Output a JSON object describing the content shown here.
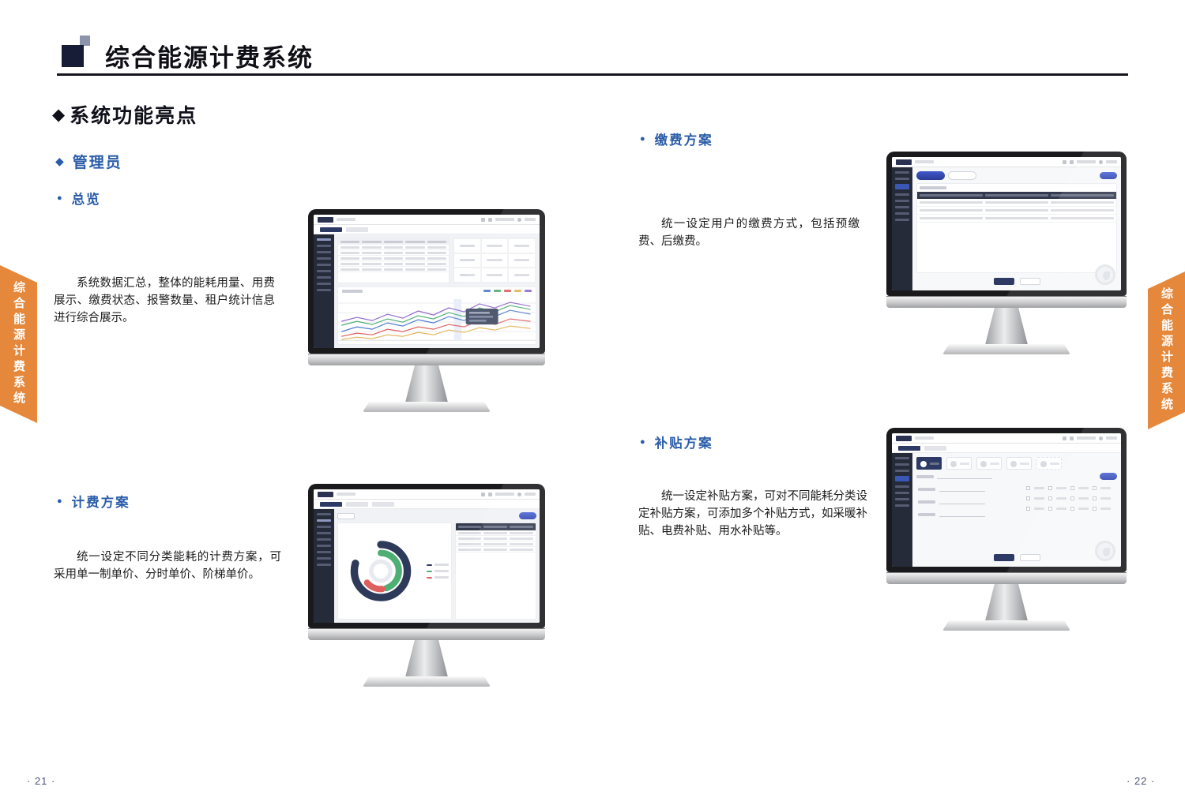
{
  "header": {
    "title": "综合能源计费系统"
  },
  "section": {
    "title": "系统功能亮点"
  },
  "roles": {
    "admin_label": "管理员"
  },
  "features": {
    "overview": {
      "label": "总览",
      "body": "系统数据汇总，整体的能耗用量、用费展示、缴费状态、报警数量、租户统计信息进行综合展示。"
    },
    "billing": {
      "label": "计费方案",
      "body": "统一设定不同分类能耗的计费方案，可采用单一制单价、分时单价、阶梯单价。"
    },
    "payment": {
      "label": "缴费方案",
      "body": "统一设定用户的缴费方式，包括预缴费、后缴费。"
    },
    "subsidy": {
      "label": "补贴方案",
      "body": "统一设定补贴方案，可对不同能耗分类设定补贴方案，可添加多个补贴方式，如采暖补贴、电费补贴、用水补贴等。"
    }
  },
  "side_tabs": {
    "left": "综合能源计费系统",
    "right": "综合能源计费系统"
  },
  "footer": {
    "left_page": "· 21 ·",
    "right_page": "· 22 ·"
  },
  "icons": {
    "diamond": "◆",
    "bullet": "●"
  },
  "colors": {
    "accent_blue": "#2a5caa",
    "tab_orange": "#e6883c",
    "navy": "#2e3a66"
  }
}
